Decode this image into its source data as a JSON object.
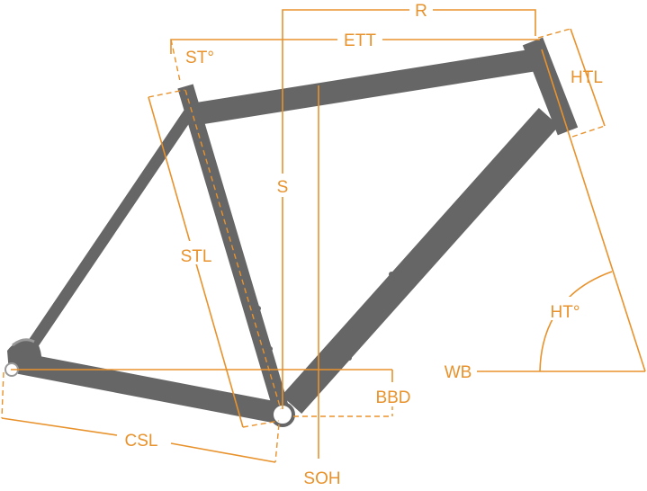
{
  "diagram": {
    "labels": {
      "R": "R",
      "ETT": "ETT",
      "ST": "ST°",
      "HTL": "HTL",
      "S": "S",
      "STL": "STL",
      "HT": "HT°",
      "WB": "WB",
      "BBD": "BBD",
      "CSL": "CSL",
      "SOH": "SOH"
    },
    "colors": {
      "frame": "#666666",
      "dimension": "#E8922C",
      "background": "#ffffff"
    }
  }
}
